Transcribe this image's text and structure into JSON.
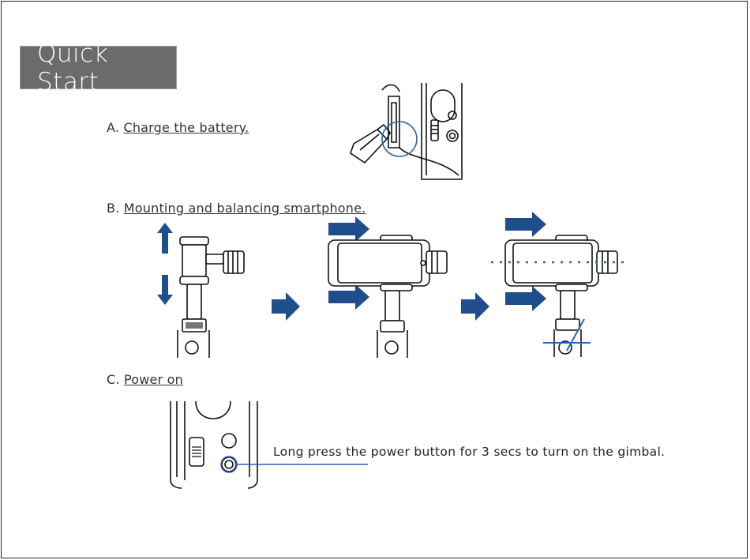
{
  "header": {
    "title": "Quick Start"
  },
  "steps": {
    "a": {
      "prefix": "A.",
      "label": "Charge the battery."
    },
    "b": {
      "prefix": "B.",
      "label": "Mounting and balancing smartphone."
    },
    "c": {
      "prefix": "C.",
      "label": "Power on"
    }
  },
  "power_on": {
    "caption": "Long press the power button for 3 secs to turn on the gimbal."
  },
  "colors": {
    "arrow": "#1f4e8c",
    "highlight": "#2b64b0",
    "title_bg": "#6b6b6b"
  }
}
